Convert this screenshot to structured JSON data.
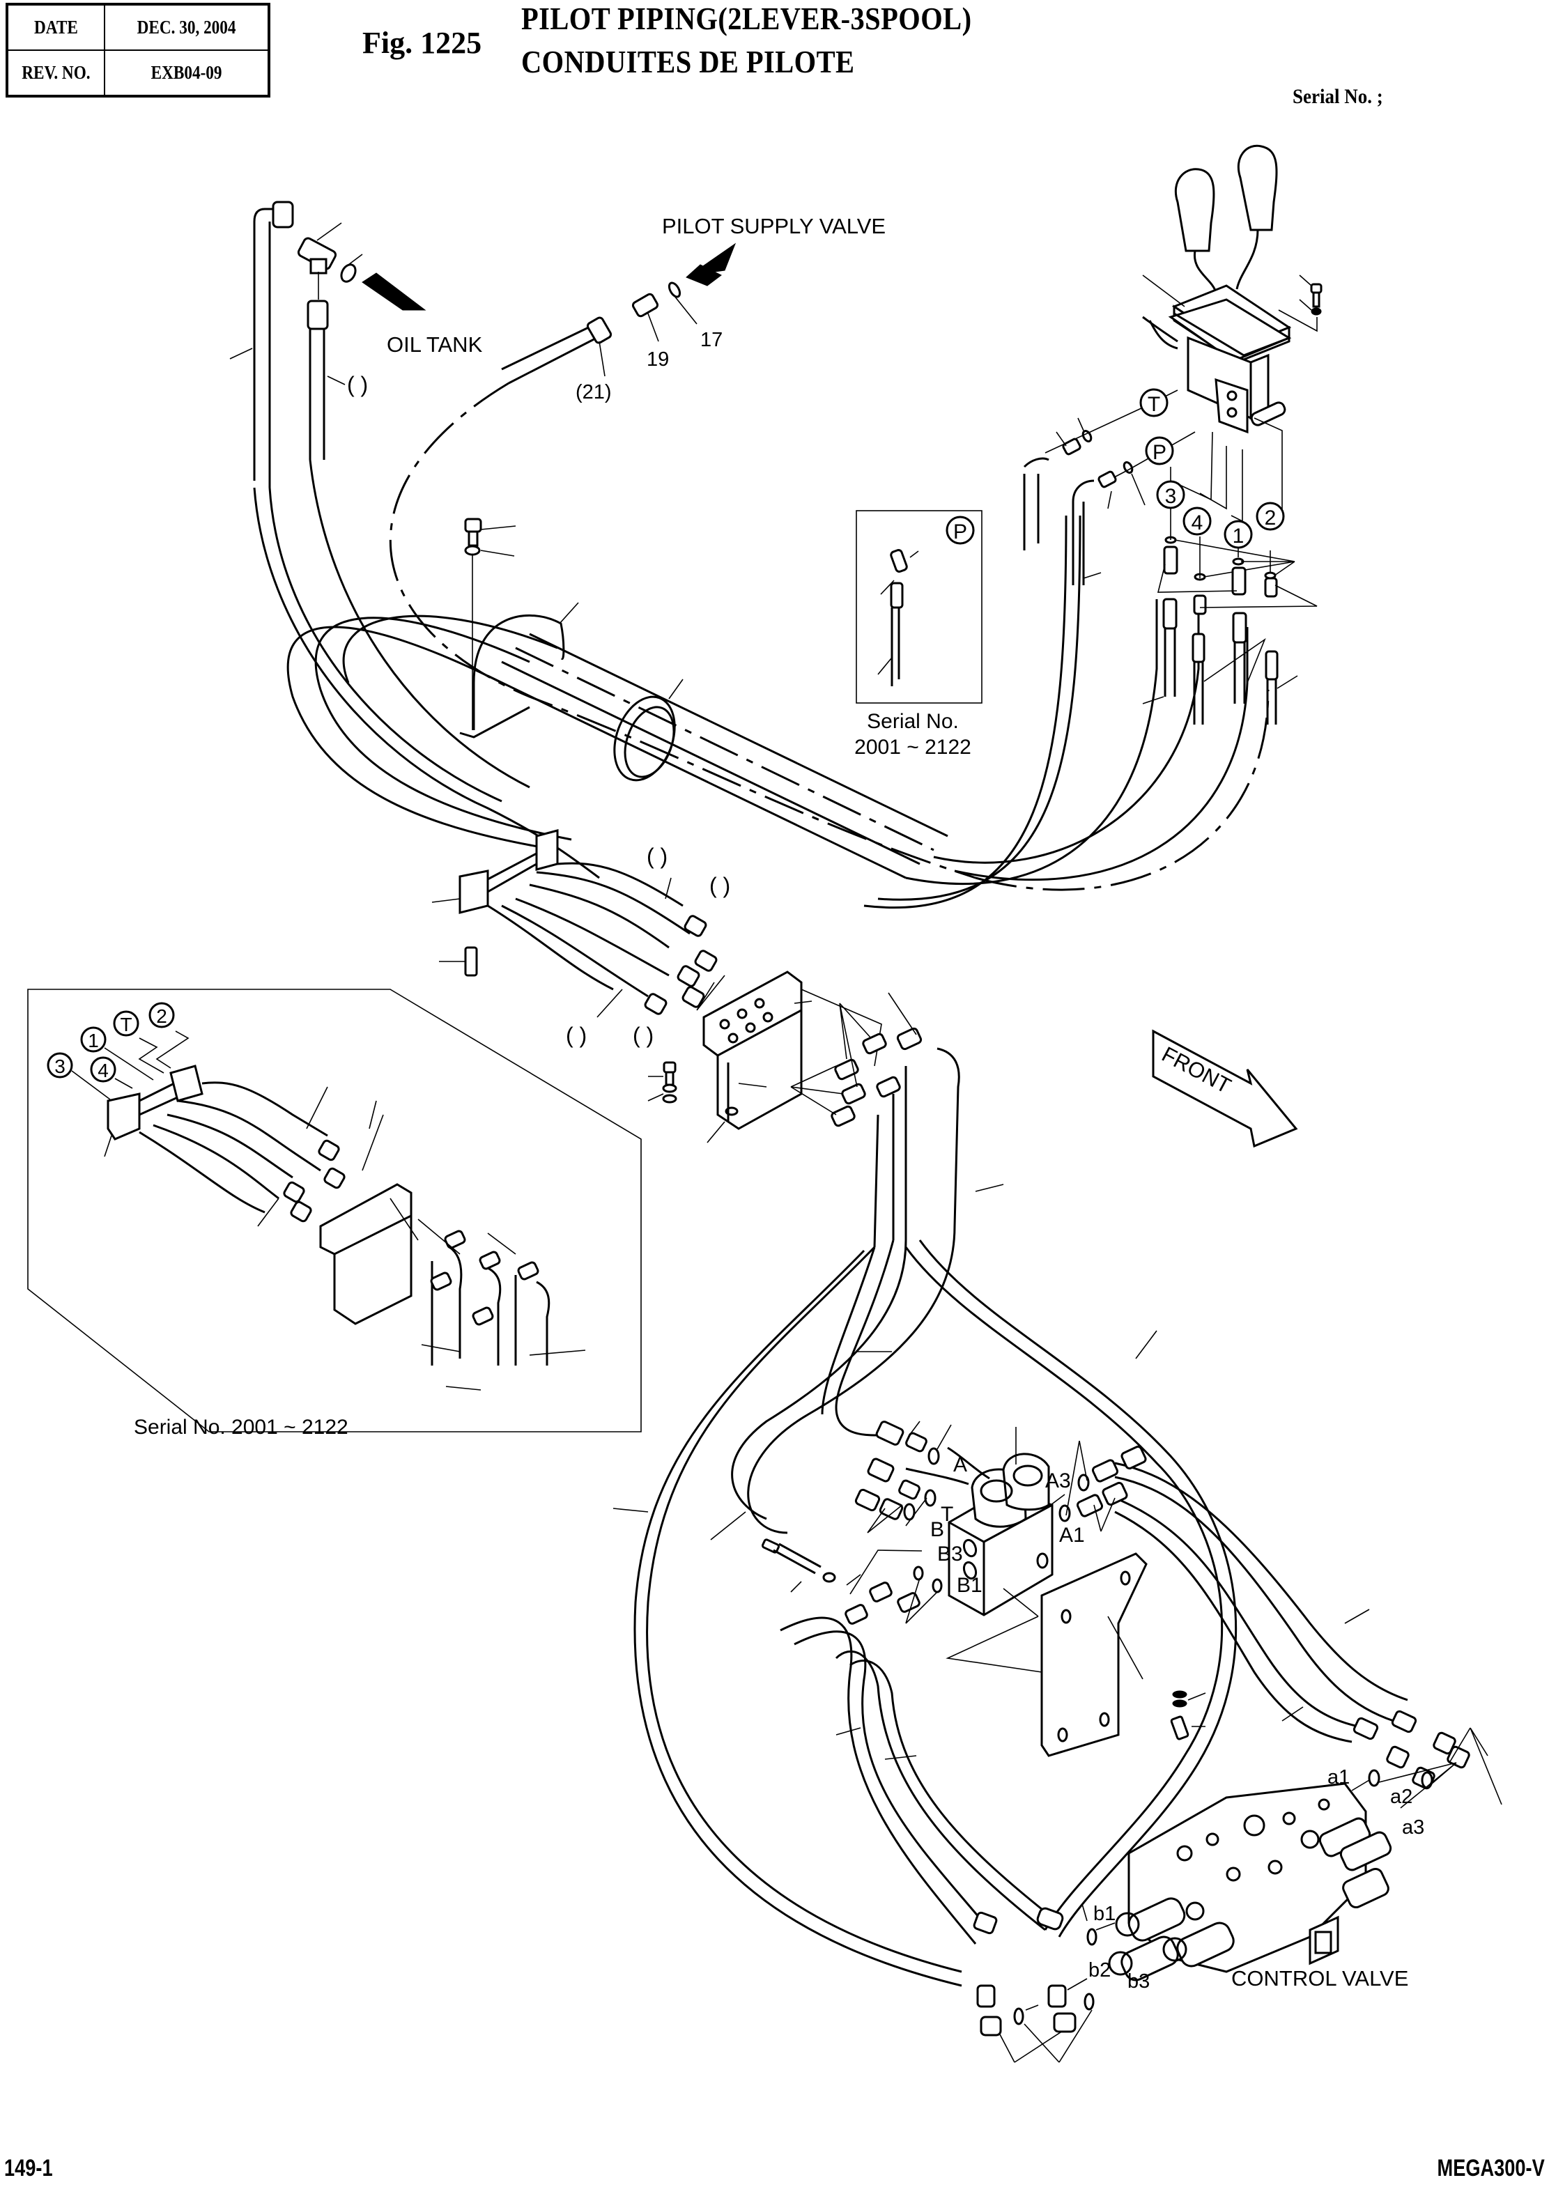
{
  "header": {
    "date_label": "DATE",
    "date_value": "DEC. 30, 2004",
    "rev_label": "REV. NO.",
    "rev_value": "EXB04-09",
    "figure_number": "Fig. 1225",
    "title_en": "PILOT PIPING(2LEVER-3SPOOL)",
    "title_fr": "CONDUITES DE PILOTE",
    "serial_label": "Serial No. ;"
  },
  "footer": {
    "page_number": "149-1",
    "model": "MEGA300-V"
  },
  "diagram": {
    "destinations": {
      "oil_tank": "OIL TANK",
      "pilot_supply_valve": "PILOT SUPPLY VALVE",
      "control_valve": "CONTROL VALVE",
      "front": "FRONT"
    },
    "part_numbers": {
      "p17": "17",
      "p19": "19",
      "p21": "(21)"
    },
    "blank_refs": [
      "(   )",
      "(   )",
      "(   )",
      "(   )",
      "(   )"
    ],
    "port_circles": {
      "T": "T",
      "P": "P",
      "port1": "1",
      "port2": "2",
      "port3": "3",
      "port4": "4"
    },
    "inset_p": {
      "circle": "P",
      "serial_line1": "Serial No.",
      "serial_line2": "2001 ~ 2122"
    },
    "inset_manifold": {
      "circles": [
        "3",
        "1",
        "4",
        "T",
        "2"
      ],
      "serial": "Serial No. 2001 ~ 2122"
    },
    "valve_block_ports": [
      "A",
      "T",
      "B",
      "B3",
      "B1",
      "A3",
      "A1"
    ],
    "control_valve_ports": [
      "a1",
      "a2",
      "a3",
      "b1",
      "b2",
      "b3"
    ]
  }
}
